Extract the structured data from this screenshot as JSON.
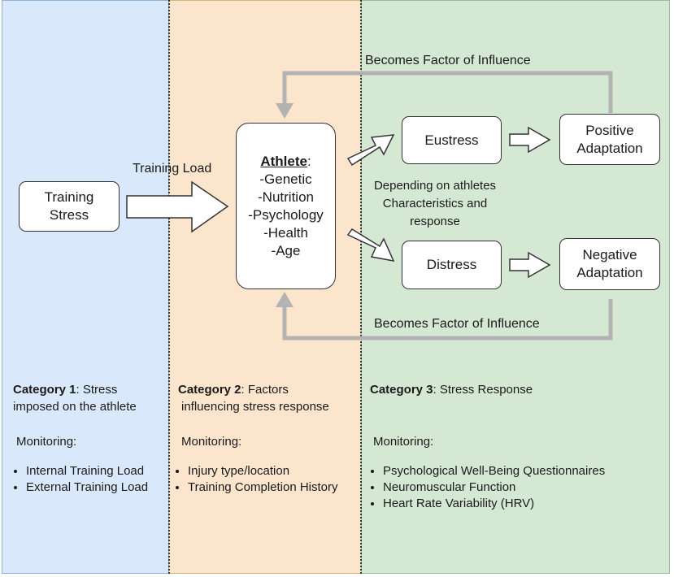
{
  "boxes": {
    "training_stress": "Training\nStress",
    "athlete_title": "Athlete",
    "athlete_colon": ":",
    "athlete_factors": [
      "-Genetic",
      "-Nutrition",
      "-Psychology",
      "-Health",
      "-Age"
    ],
    "eustress": "Eustress",
    "distress": "Distress",
    "positive_adaptation": "Positive\nAdaptation",
    "negative_adaptation": "Negative\nAdaptation"
  },
  "labels": {
    "training_load": "Training Load",
    "feedback_top": "Becomes Factor of Influence",
    "feedback_bottom": "Becomes Factor of Influence",
    "depending": "Depending on athletes\nCharacteristics and\nresponse"
  },
  "categories": [
    {
      "title": "Category 1",
      "desc_line1": ": Stress",
      "desc_line2": "imposed on the athlete",
      "monitoring": "Monitoring:",
      "items": [
        "Internal Training Load",
        "External Training Load"
      ]
    },
    {
      "title": "Category 2",
      "desc_line1": ": Factors",
      "desc_line2": "influencing stress response",
      "monitoring": "Monitoring:",
      "items": [
        "Injury type/location",
        "Training Completion History"
      ]
    },
    {
      "title": "Category 3",
      "desc_line1": ": Stress Response",
      "desc_line2": "",
      "monitoring": "Monitoring:",
      "items": [
        "Psychological Well-Being Questionnaires",
        "Neuromuscular Function",
        "Heart Rate Variability (HRV)"
      ]
    }
  ],
  "colors": {
    "category1_bg": "#dae8fc",
    "category2_bg": "#fbe5cd",
    "category3_bg": "#d5e8d4",
    "feedback_arrow": "#b3b3b3"
  }
}
